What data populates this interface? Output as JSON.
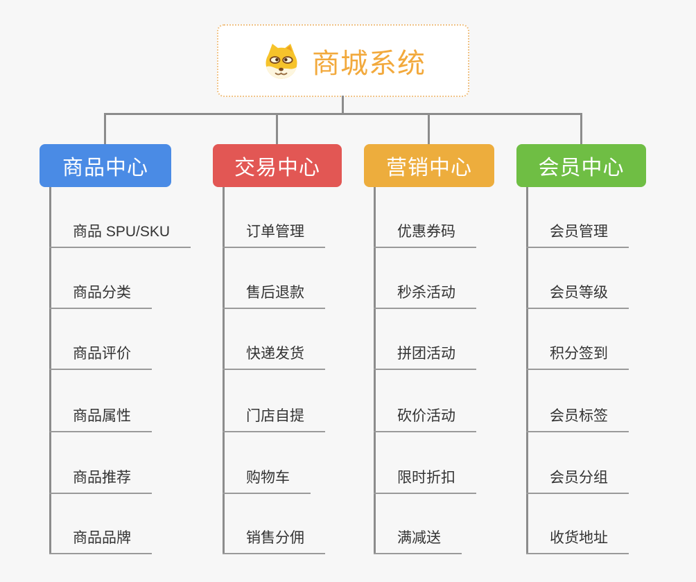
{
  "root": {
    "title": "商城系统",
    "icon": "doge-icon"
  },
  "branches": [
    {
      "label": "商品中心",
      "color": "#4A8BE5",
      "children": [
        "商品 SPU/SKU",
        "商品分类",
        "商品评价",
        "商品属性",
        "商品推荐",
        "商品品牌"
      ]
    },
    {
      "label": "交易中心",
      "color": "#E25754",
      "children": [
        "订单管理",
        "售后退款",
        "快递发货",
        "门店自提",
        "购物车",
        "销售分佣"
      ]
    },
    {
      "label": "营销中心",
      "color": "#EDAD3D",
      "children": [
        "优惠券码",
        "秒杀活动",
        "拼团活动",
        "砍价活动",
        "限时折扣",
        "满减送"
      ]
    },
    {
      "label": "会员中心",
      "color": "#6FBE44",
      "children": [
        "会员管理",
        "会员等级",
        "积分签到",
        "会员标签",
        "会员分组",
        "收货地址"
      ]
    }
  ],
  "palette": {
    "background": "#F7F7F7",
    "root_border": "#F0C285",
    "root_text": "#F2A93C",
    "connector": "#8C8C8C",
    "child_text": "#333333",
    "child_underline": "#9A9A9A"
  }
}
